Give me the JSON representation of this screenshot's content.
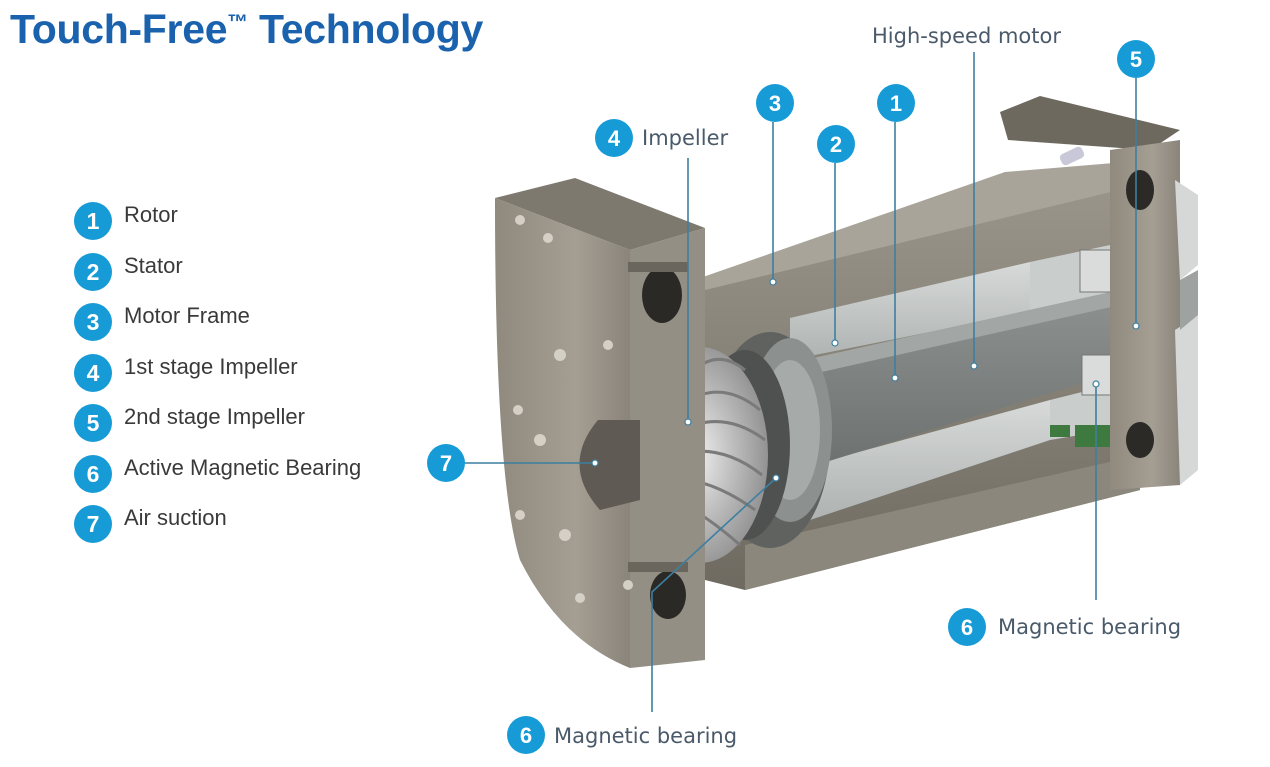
{
  "title": {
    "main": "Touch-Free",
    "trademark": "™",
    "rest": "Technology"
  },
  "legend": [
    {
      "num": "1",
      "label": "Rotor"
    },
    {
      "num": "2",
      "label": "Stator"
    },
    {
      "num": "3",
      "label": "Motor Frame"
    },
    {
      "num": "4",
      "label": "1st stage Impeller"
    },
    {
      "num": "5",
      "label": "2nd stage Impeller"
    },
    {
      "num": "6",
      "label": "Active Magnetic Bearing"
    },
    {
      "num": "7",
      "label": "Air suction"
    }
  ],
  "callouts": {
    "high_speed_motor": "High-speed motor",
    "impeller_num": "4",
    "impeller": "Impeller",
    "frame_num": "3",
    "stator_num": "2",
    "rotor_num": "1",
    "second_impeller_num": "5",
    "suction_num": "7",
    "bearing_right_num": "6",
    "bearing_right": "Magnetic bearing",
    "bearing_bottom_num": "6",
    "bearing_bottom": "Magnetic bearing"
  },
  "colors": {
    "title": "#1a62ad",
    "badge": "#179bd7",
    "leader_line": "#3d7fa0",
    "metal_dark": "#7d776d",
    "metal_light": "#b2b6b4"
  }
}
